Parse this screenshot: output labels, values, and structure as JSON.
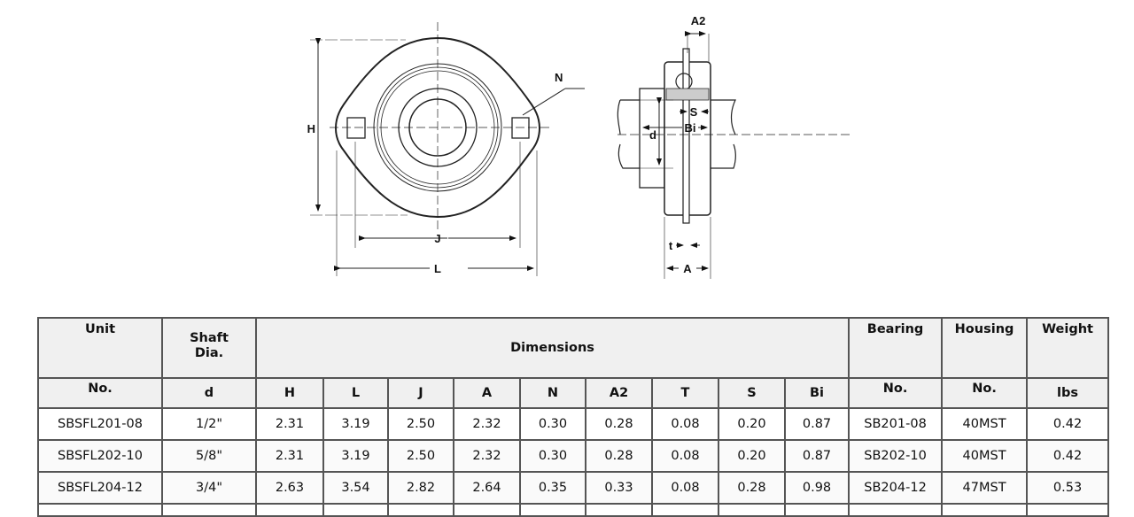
{
  "drawing": {
    "front_labels": {
      "H": "H",
      "J": "J",
      "L": "L",
      "N": "N"
    },
    "side_labels": {
      "A2": "A2",
      "S": "S",
      "Bi": "Bi",
      "d": "d",
      "t": "t",
      "A": "A"
    }
  },
  "table": {
    "header_top": {
      "unit": "Unit",
      "shaft": "Shaft Dia.",
      "dimensions": "Dimensions",
      "bearing": "Bearing",
      "housing": "Housing",
      "weight": "Weight"
    },
    "header_sub": [
      "No.",
      "d",
      "H",
      "L",
      "J",
      "A",
      "N",
      "A2",
      "T",
      "S",
      "Bi",
      "No.",
      "No.",
      "lbs"
    ],
    "rows": [
      [
        "SBSFL201-08",
        "1/2\"",
        "2.31",
        "3.19",
        "2.50",
        "2.32",
        "0.30",
        "0.28",
        "0.08",
        "0.20",
        "0.87",
        "SB201-08",
        "40MST",
        "0.42"
      ],
      [
        "SBSFL202-10",
        "5/8\"",
        "2.31",
        "3.19",
        "2.50",
        "2.32",
        "0.30",
        "0.28",
        "0.08",
        "0.20",
        "0.87",
        "SB202-10",
        "40MST",
        "0.42"
      ],
      [
        "SBSFL204-12",
        "3/4\"",
        "2.63",
        "3.54",
        "2.82",
        "2.64",
        "0.35",
        "0.33",
        "0.08",
        "0.28",
        "0.98",
        "SB204-12",
        "47MST",
        "0.53"
      ]
    ]
  }
}
